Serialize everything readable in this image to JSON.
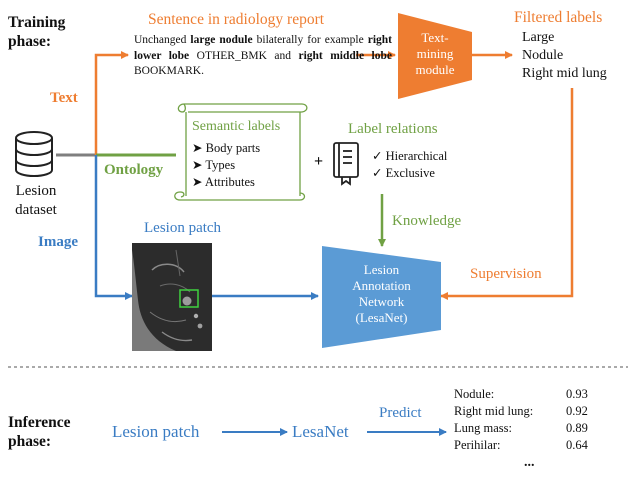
{
  "training_phase": [
    "Training",
    "phase:"
  ],
  "inference_phase": [
    "Inference",
    "phase:"
  ],
  "lesion_dataset": [
    "Lesion",
    "dataset"
  ],
  "branches": {
    "text": "Text",
    "ontology": "Ontology",
    "image": "Image"
  },
  "sentence_title": "Sentence in radiology report",
  "report_segments": [
    {
      "text": "Unchanged ",
      "bold": false
    },
    {
      "text": "large nodule",
      "bold": true
    },
    {
      "text": " bilaterally for example ",
      "bold": false
    },
    {
      "text": "right lower lobe",
      "bold": true
    },
    {
      "text": " OTHER_BMK and ",
      "bold": false
    },
    {
      "text": "right middle lobe",
      "bold": true
    },
    {
      "text": " BOOKMARK.",
      "bold": false
    }
  ],
  "text_mining": [
    "Text-",
    "mining",
    "module"
  ],
  "filtered_labels": {
    "title": "Filtered labels",
    "items": [
      "Large",
      "Nodule",
      "Right mid lung"
    ]
  },
  "semantic_labels": {
    "title": "Semantic labels",
    "items": [
      "Body parts",
      "Types",
      "Attributes"
    ]
  },
  "plus": "+",
  "label_relations": {
    "title": "Label relations",
    "items": [
      "Hierarchical",
      "Exclusive"
    ]
  },
  "knowledge": "Knowledge",
  "lesion_patch_top": "Lesion patch",
  "network": [
    "Lesion",
    "Annotation",
    "Network",
    "(LesaNet)"
  ],
  "supervision": "Supervision",
  "inference": {
    "input": "Lesion patch",
    "model": "LesaNet",
    "predict": "Predict"
  },
  "predictions": [
    {
      "label": "Nodule:",
      "score": "0.93"
    },
    {
      "label": "Right mid lung:",
      "score": "0.92"
    },
    {
      "label": "Lung mass:",
      "score": "0.89"
    },
    {
      "label": "Perihilar:",
      "score": "0.64"
    }
  ],
  "ellipsis": "...",
  "colors": {
    "text": "#ee7d31",
    "ontology": "#70a144",
    "image": "#3a7cc3",
    "network": "#5b9bd5",
    "dataset": "#7f7f7f"
  }
}
